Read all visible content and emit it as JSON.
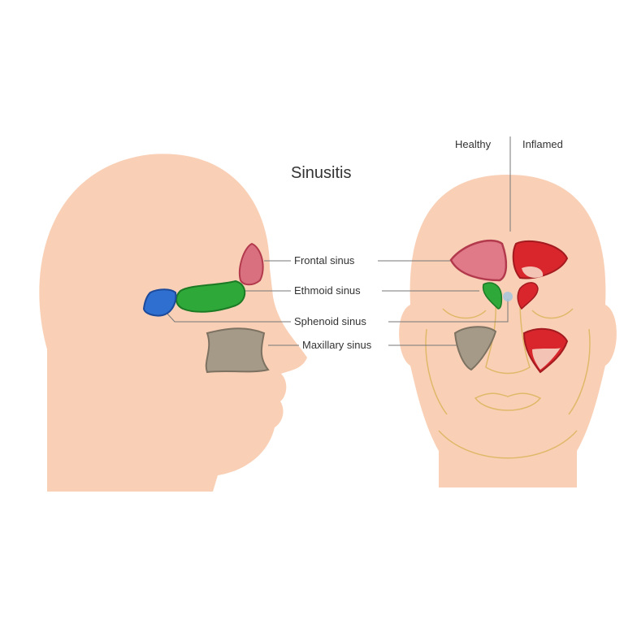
{
  "title": "Sinusitis",
  "legend": {
    "healthy": "Healthy",
    "inflamed": "Inflamed"
  },
  "labels": {
    "frontal": "Frontal sinus",
    "ethmoid": "Ethmoid sinus",
    "sphenoid": "Sphenoid sinus",
    "maxillary": "Maxillary sinus"
  },
  "colors": {
    "skin": "#f9d0b6",
    "frontal": "#d9707f",
    "ethmoid": "#2fa83a",
    "sphenoid": "#2f6fd0",
    "maxillary": "#a59a88",
    "inflamed": "#d8262c"
  }
}
